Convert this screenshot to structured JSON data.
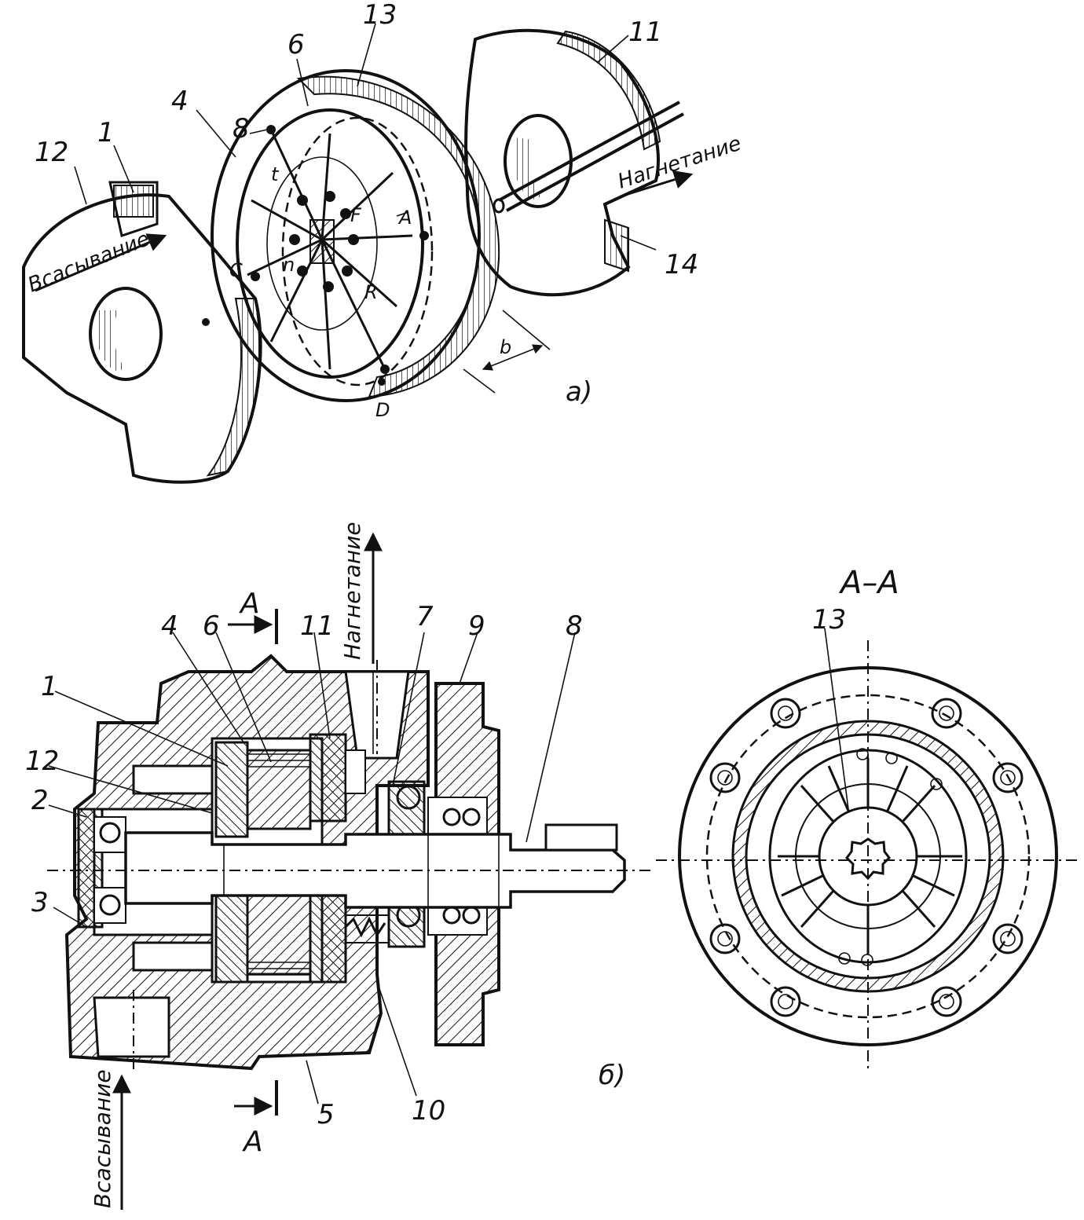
{
  "figure_a": {
    "caption": "а)",
    "flow_in": "Всасывание",
    "flow_out": "Нагнетание",
    "part_labels": [
      "12",
      "1",
      "4",
      "6",
      "13",
      "8",
      "11",
      "14"
    ],
    "point_labels": [
      "t",
      "A",
      "C",
      "D",
      "R",
      "n",
      "F",
      "b"
    ]
  },
  "figure_b": {
    "caption": "б)",
    "flow_in": "Всасывание",
    "flow_out": "Нагнетание",
    "section_mark": "A",
    "part_labels": [
      "1",
      "12",
      "2",
      "3",
      "4",
      "6",
      "11",
      "7",
      "9",
      "8",
      "5",
      "10"
    ]
  },
  "section_view": {
    "title": "A–A",
    "part_label": "13"
  },
  "colors": {
    "ink": "#111111",
    "paper": "#ffffff"
  }
}
